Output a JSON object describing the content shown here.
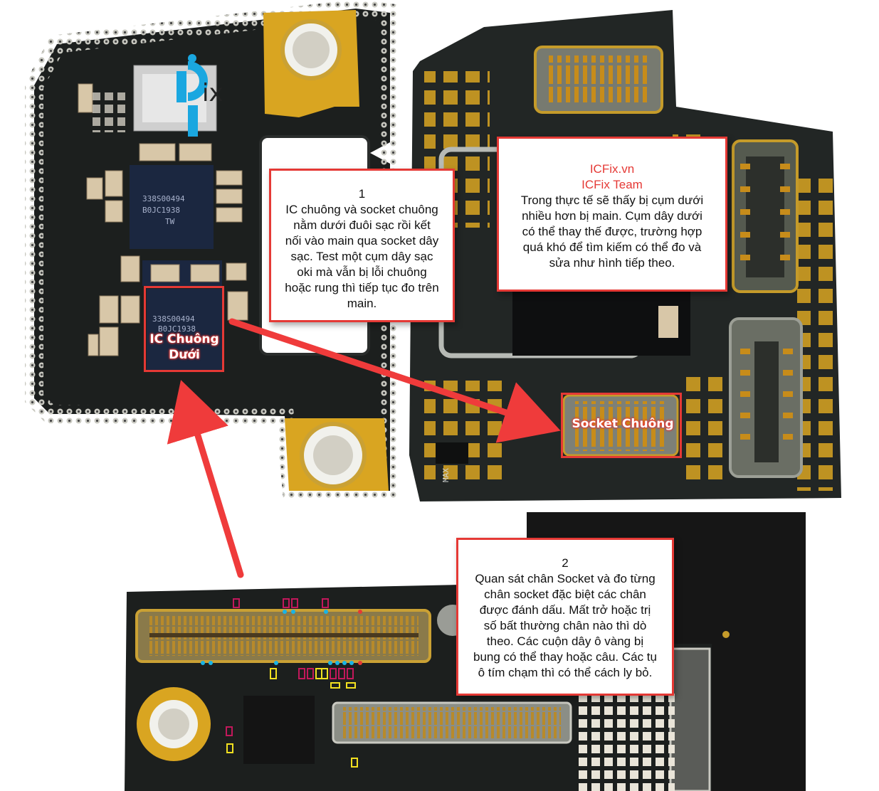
{
  "logo": {
    "text": "ix"
  },
  "chips": {
    "top_marking_1": "338S00494",
    "top_marking_2": "B0JC1938",
    "top_marking_3": "TW",
    "lower_marking_1": "338S00494",
    "lower_marking_2": "B0JC1938",
    "max_marking": "MAX"
  },
  "labels": {
    "ic_chuong_line1": "IC Chuông",
    "ic_chuong_line2": "Dưới",
    "socket_chuong": "Socket Chuông"
  },
  "note1": {
    "number": "1",
    "lines": [
      "IC chuông và socket chuông",
      "nằm dưới đuôi sạc rồi kết",
      "nối vào main qua socket dây",
      "sạc. Test một cụm dây sạc",
      "oki mà vẫn bị lỗi chuông",
      "hoặc rung thì tiếp tục đo trên",
      "main."
    ]
  },
  "note_brand": {
    "site": "ICFix.vn",
    "team": "ICFix Team",
    "lines": [
      "Trong thực tế sẽ thấy bị cụm dưới",
      "nhiều hơn bị main. Cụm dây dưới",
      "có thể thay thế được, trường hợp",
      "quá khó để tìm kiếm có thể đo và",
      "sửa như hình tiếp theo."
    ]
  },
  "note2": {
    "number": "2",
    "lines": [
      "Quan sát chân Socket và đo từng",
      "chân socket đặc biệt các chân",
      "được đánh dấu. Mất trở hoặc trị",
      "số bất thường chân nào thì dò",
      "theo. Các cuộn dây ô vàng bị",
      "bung có thể thay hoặc câu. Các tụ",
      "ô tím chạm thì có thể cách ly bỏ."
    ]
  },
  "colors": {
    "accent": "#e53935",
    "board": "#1d2120",
    "gold": "#d9a521",
    "marker_cyan": "#19b4e6",
    "marker_yellow": "#f2e020",
    "marker_purple": "#c2185b"
  }
}
